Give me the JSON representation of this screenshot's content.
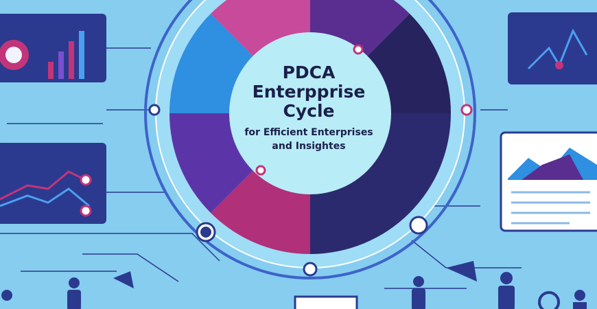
{
  "center": {
    "title_lines": [
      "PDCA",
      "Enterpprise",
      "Cycle"
    ],
    "subtitle_lines": [
      "for Efficient Enterprises",
      "and Insightes"
    ]
  },
  "colors": {
    "background": "#86cdf0",
    "panel": "#2b3a8f",
    "magenta": "#c2357a",
    "purple": "#5a2d91",
    "navy": "#26235f",
    "center": "#b8ecf6"
  }
}
